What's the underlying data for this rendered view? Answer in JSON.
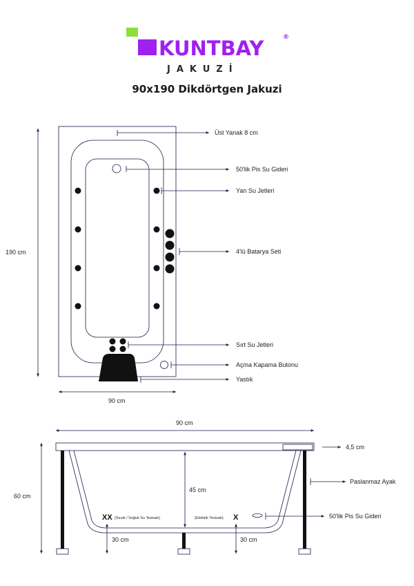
{
  "brand": {
    "name": "KUNTBAY",
    "registered": "®",
    "tagline": "JAKUZİ"
  },
  "title": "90x190 Dikdörtgen Jakuzi",
  "top_view": {
    "height_label": "190 cm",
    "width_label": "90 cm",
    "callouts": {
      "ust_yanak": "Üst Yanak 8 cm",
      "pis_su": "50'lik Pis Su Gideri",
      "yan_jet": "Yan Su Jetleri",
      "batarya": "4'lü Batarya Seti",
      "sirt_jet": "Sırt Su Jetleri",
      "buton": "Açma Kapama Butonu",
      "yastik": "Yastık"
    }
  },
  "side_view": {
    "width_label": "90 cm",
    "height_label": "60 cm",
    "rim_label": "4,5 cm",
    "depth_label": "45 cm",
    "leg_label": "Paslanmaz Ayak",
    "drain_label": "50'lik Pis Su Gideri",
    "water_mark": "XX",
    "water_label": "(Sıcak / Soğuk Su Tesisatı)",
    "elec_mark": "X",
    "elec_label": "(Elektrik Tesisatı)",
    "left_floor_label": "30 cm",
    "right_floor_label": "30 cm"
  },
  "colors": {
    "brand": "#a020f0",
    "accent": "#8ddf3a",
    "line": "#1a1a4a",
    "ink": "#111111"
  }
}
